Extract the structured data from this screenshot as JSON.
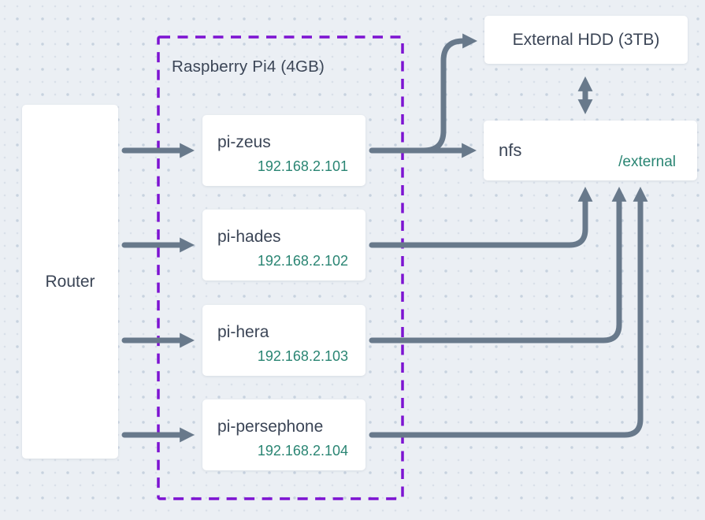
{
  "diagram": {
    "router": {
      "label": "Router"
    },
    "cluster": {
      "title": "Raspberry Pi4 (4GB)"
    },
    "nodes": [
      {
        "name": "pi-zeus",
        "ip": "192.168.2.101"
      },
      {
        "name": "pi-hades",
        "ip": "192.168.2.102"
      },
      {
        "name": "pi-hera",
        "ip": "192.168.2.103"
      },
      {
        "name": "pi-persephone",
        "ip": "192.168.2.104"
      }
    ],
    "external_hdd": {
      "label": "External HDD (3TB)"
    },
    "nfs": {
      "label": "nfs",
      "mount": "/external"
    },
    "colors": {
      "arrow": "#68798b",
      "ink": "#3b4556",
      "teal": "#2a8573",
      "purple": "#7d13d2"
    }
  }
}
